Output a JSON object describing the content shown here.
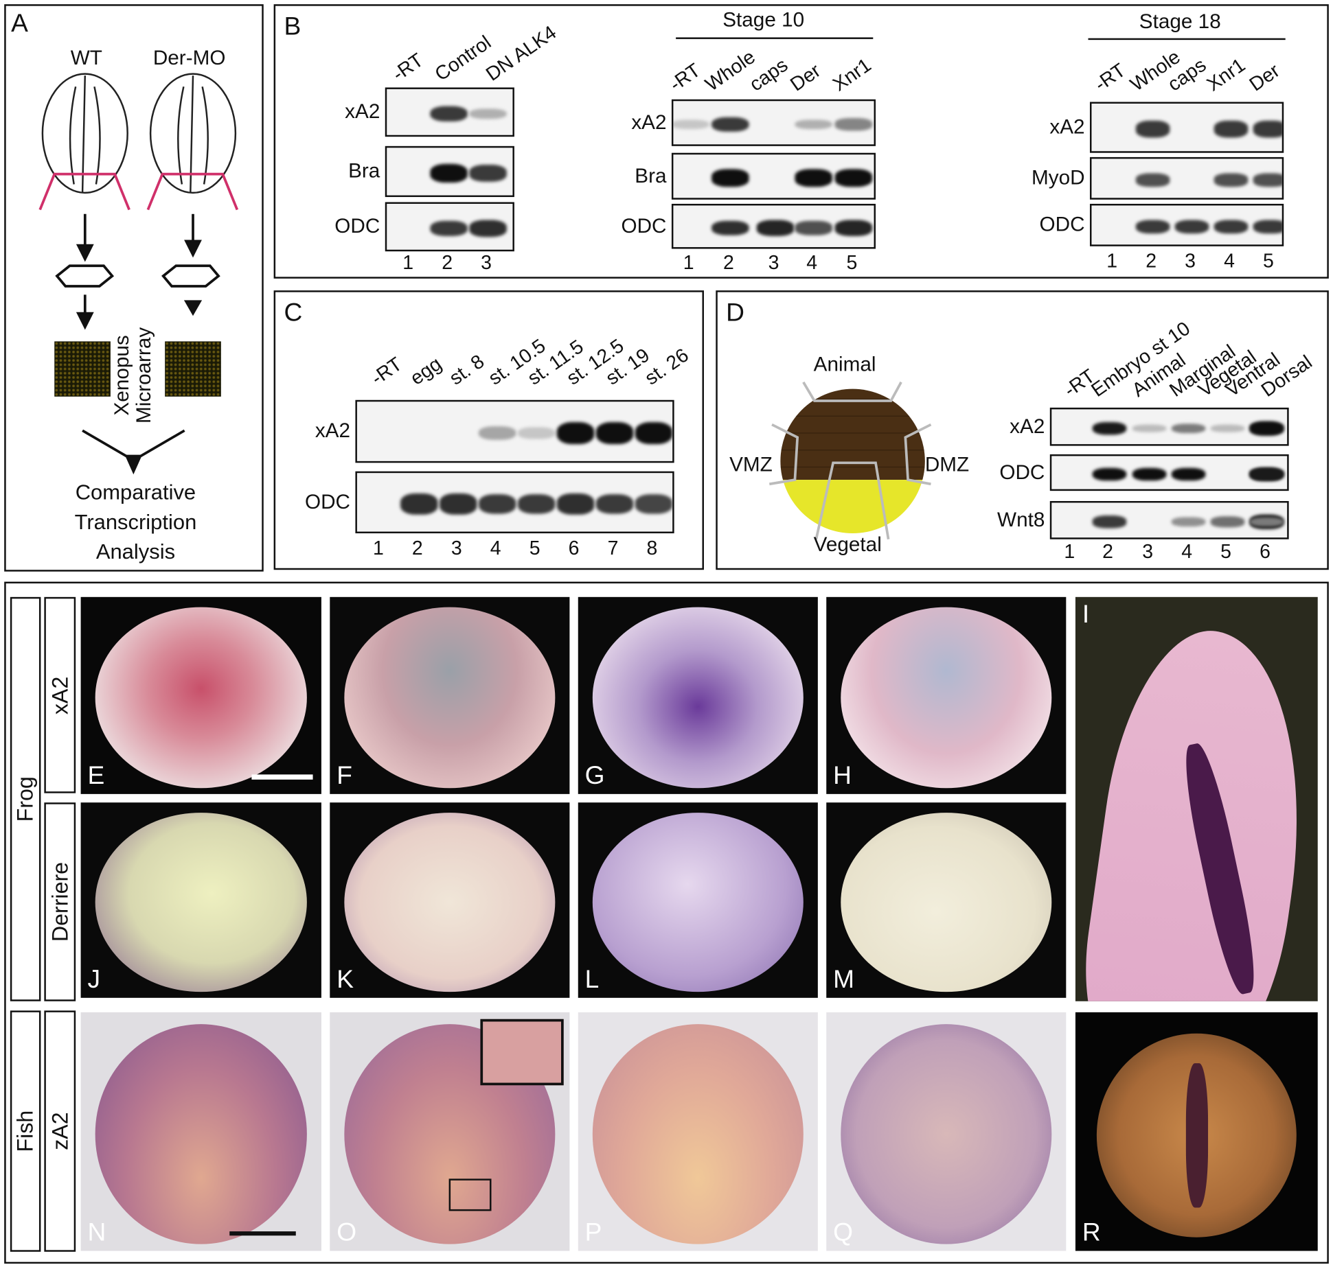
{
  "panelA": {
    "label": "A",
    "wt": "WT",
    "dermo": "Der-MO",
    "microarray": [
      "Xenopus",
      "Microarray"
    ],
    "analysis": [
      "Comparative",
      "Transcription",
      "Analysis"
    ]
  },
  "panelB": {
    "label": "B",
    "g1": {
      "lanes": [
        "-RT",
        "Control",
        "DN ALK4"
      ],
      "rows": [
        "xA2",
        "Bra",
        "ODC"
      ],
      "numbers": [
        "1",
        "2",
        "3"
      ],
      "bands": [
        [
          0,
          0.8,
          0.25
        ],
        [
          0,
          1,
          0.8
        ],
        [
          0,
          0.8,
          0.85
        ]
      ]
    },
    "g2": {
      "header": "Stage 10",
      "lanes": [
        "-RT",
        "Whole",
        "caps",
        "Der",
        "Xnr1"
      ],
      "rows": [
        "xA2",
        "Bra",
        "ODC"
      ],
      "numbers": [
        "1",
        "2",
        "3",
        "4",
        "5"
      ],
      "bands": [
        [
          0.15,
          0.8,
          0,
          0.25,
          0.45
        ],
        [
          0,
          1,
          0,
          1,
          1
        ],
        [
          0,
          0.85,
          0.9,
          0.7,
          0.9
        ]
      ]
    },
    "g3": {
      "header": "Stage 18",
      "lanes": [
        "-RT",
        "Whole",
        "caps",
        "Xnr1",
        "Der"
      ],
      "rows": [
        "xA2",
        "MyoD",
        "ODC"
      ],
      "numbers": [
        "1",
        "2",
        "3",
        "4",
        "5"
      ],
      "bands": [
        [
          0,
          0.8,
          0,
          0.8,
          0.8
        ],
        [
          0,
          0.7,
          0,
          0.7,
          0.7
        ],
        [
          0,
          0.8,
          0.8,
          0.8,
          0.8
        ]
      ]
    }
  },
  "panelC": {
    "label": "C",
    "lanes": [
      "-RT",
      "egg",
      "st. 8",
      "st. 10.5",
      "st. 11.5",
      "st. 12.5",
      "st. 19",
      "st. 26"
    ],
    "rows": [
      "xA2",
      "ODC"
    ],
    "numbers": [
      "1",
      "2",
      "3",
      "4",
      "5",
      "6",
      "7",
      "8"
    ],
    "bands": [
      [
        0,
        0,
        0,
        0.3,
        0.15,
        1,
        1,
        1
      ],
      [
        0,
        0.85,
        0.85,
        0.8,
        0.8,
        0.85,
        0.8,
        0.75
      ]
    ]
  },
  "panelD": {
    "label": "D",
    "sphere": {
      "animal": "Animal",
      "vmz": "VMZ",
      "dmz": "DMZ",
      "vegetal": "Vegetal",
      "colors": {
        "top": "#4a2f14",
        "bottom": "#e6e62a"
      }
    },
    "lanes": [
      "-RT",
      "Embryo st 10",
      "Animal",
      "Marginal",
      "Vegetal",
      "Ventral",
      "Dorsal"
    ],
    "rows": [
      "xA2",
      "ODC",
      "Wnt8"
    ],
    "numbers": [
      "1",
      "2",
      "3",
      "4",
      "5",
      "6"
    ],
    "bands": [
      [
        0,
        0.95,
        0.2,
        0.5,
        0.2,
        0.6,
        1
      ],
      [
        0,
        1,
        1,
        1,
        0,
        0.95,
        0.95
      ],
      [
        0,
        0.8,
        0,
        0.4,
        0.55,
        1,
        0.5
      ]
    ]
  },
  "panelE": {
    "side": {
      "frog": "Frog",
      "fish": "Fish",
      "xa2": "xA2",
      "derriere": "Derriere",
      "za2": "zA2"
    },
    "photos": [
      "E",
      "F",
      "G",
      "H",
      "I",
      "J",
      "K",
      "L",
      "M",
      "N",
      "O",
      "P",
      "Q",
      "R"
    ]
  }
}
